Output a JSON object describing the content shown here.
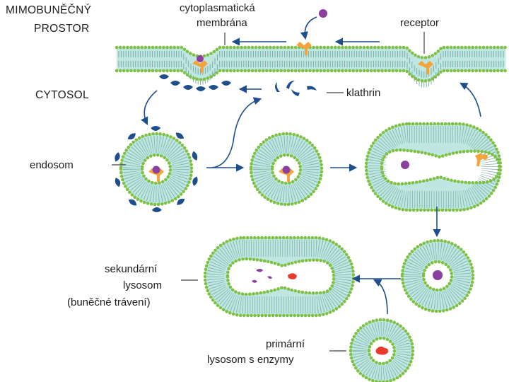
{
  "labels": {
    "extracellular_1": "MIMOBUNĚČNÝ",
    "extracellular_2": "PROSTOR",
    "cytosol": "CYTOSOL",
    "membrane_1": "cytoplasmatická",
    "membrane_2": "membrána",
    "receptor": "receptor",
    "clathrin": "klathrin",
    "endosome": "endosom",
    "secondary_lysosome_1": "sekundární",
    "secondary_lysosome_2": "lysosom",
    "secondary_lysosome_3": "(buněčné trávení)",
    "primary_lysosome_1": "primární",
    "primary_lysosome_2": "lysosom s enzymy"
  },
  "colors": {
    "membrane_fill": "#bfe6e1",
    "lipid_head": "#7dc043",
    "lipid_tail": "#6fa8a0",
    "clathrin": "#1f4e8c",
    "receptor": "#f3a53b",
    "ligand": "#8b3fa0",
    "enzyme": "#e8392c",
    "arrow": "#1f4e8c"
  }
}
